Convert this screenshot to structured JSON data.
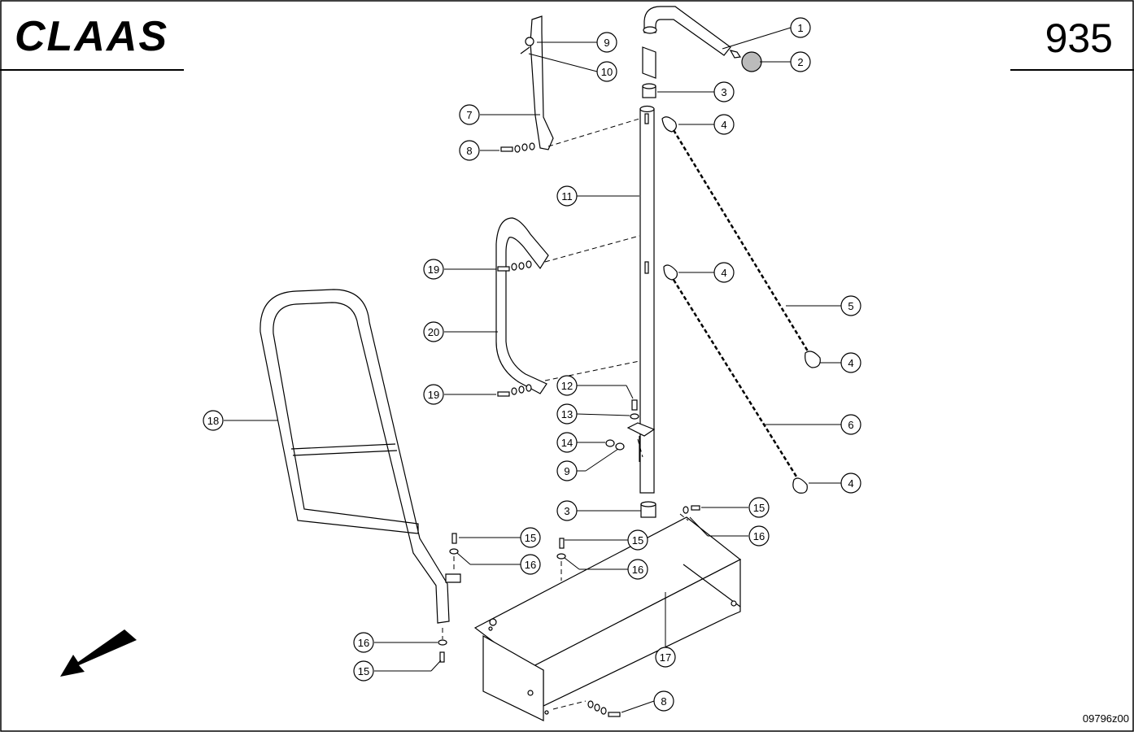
{
  "header": {
    "brand": "CLAAS",
    "page_number": "935"
  },
  "footer": {
    "drawing_code": "09796z00"
  },
  "callouts": [
    {
      "id": "c1",
      "label": "1"
    },
    {
      "id": "c2",
      "label": "2"
    },
    {
      "id": "c3a",
      "label": "3"
    },
    {
      "id": "c4a",
      "label": "4"
    },
    {
      "id": "c4b",
      "label": "4"
    },
    {
      "id": "c4c",
      "label": "4"
    },
    {
      "id": "c4d",
      "label": "4"
    },
    {
      "id": "c5",
      "label": "5"
    },
    {
      "id": "c6",
      "label": "6"
    },
    {
      "id": "c7",
      "label": "7"
    },
    {
      "id": "c8a",
      "label": "8"
    },
    {
      "id": "c9a",
      "label": "9"
    },
    {
      "id": "c10",
      "label": "10"
    },
    {
      "id": "c11",
      "label": "11"
    },
    {
      "id": "c19a",
      "label": "19"
    },
    {
      "id": "c20",
      "label": "20"
    },
    {
      "id": "c19b",
      "label": "19"
    },
    {
      "id": "c12",
      "label": "12"
    },
    {
      "id": "c13",
      "label": "13"
    },
    {
      "id": "c14",
      "label": "14"
    },
    {
      "id": "c9b",
      "label": "9"
    },
    {
      "id": "c3b",
      "label": "3"
    },
    {
      "id": "c18",
      "label": "18"
    },
    {
      "id": "c15a",
      "label": "15"
    },
    {
      "id": "c16a",
      "label": "16"
    },
    {
      "id": "c15b",
      "label": "15"
    },
    {
      "id": "c16b",
      "label": "16"
    },
    {
      "id": "c15c",
      "label": "15"
    },
    {
      "id": "c16c",
      "label": "16"
    },
    {
      "id": "c17",
      "label": "17"
    },
    {
      "id": "c16d",
      "label": "16"
    },
    {
      "id": "c15d",
      "label": "15"
    },
    {
      "id": "c8b",
      "label": "8"
    }
  ]
}
